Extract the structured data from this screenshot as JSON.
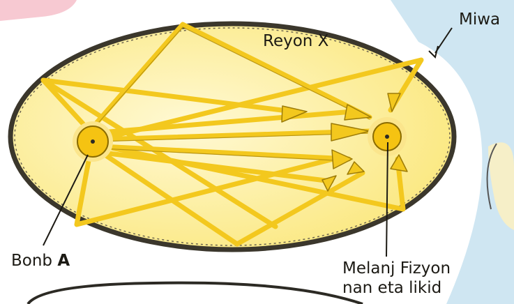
{
  "labels": {
    "region": "Reyon X",
    "wall": "Miwa",
    "source_prefix": "Bonb ",
    "source_letter": "A",
    "target_line1": "Melanj Fizyon",
    "target_line2": "nan eta likid"
  },
  "colors": {
    "background": "#ffffff",
    "pink_blob": "#f7c9d2",
    "blue_blob": "#cfe6f2",
    "cream_blob": "#f6efc8",
    "ellipse_fill": "#fdf0a0",
    "glow": "#fff7c8",
    "wall": "#3b372c",
    "ray": "#f3c81e",
    "ray_edge": "#9c7b08",
    "bomb": "#f5c312",
    "ink": "#1c1a14"
  }
}
